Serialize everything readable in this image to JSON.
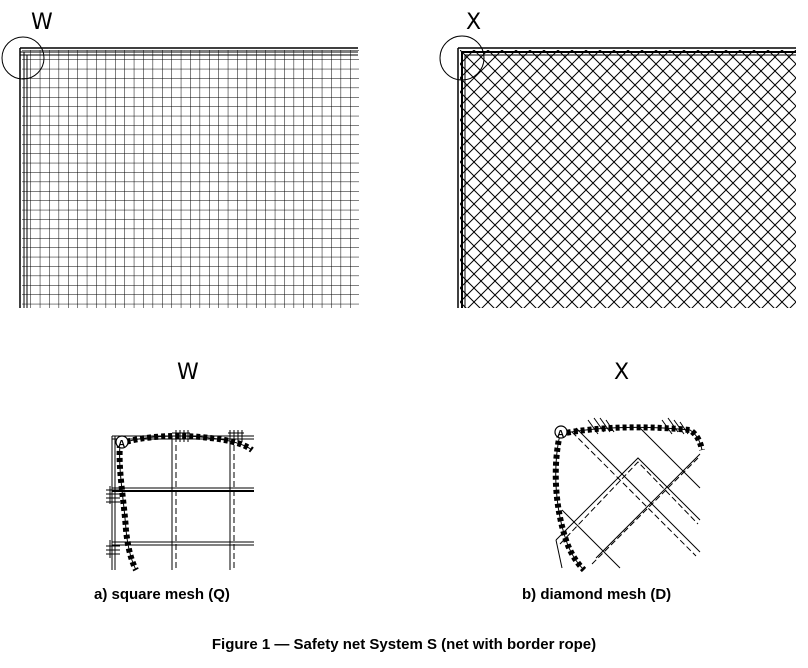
{
  "labels": {
    "top_left": "W",
    "top_right": "X",
    "detail_left": "W",
    "detail_right": "X"
  },
  "captions": {
    "square": "a) square mesh (Q)",
    "diamond": "b) diamond mesh (D)",
    "figure": "Figure 1 — Safety net System S (net with border rope)"
  },
  "detail_marks": {
    "left_knot": "A",
    "right_knot": "A"
  }
}
